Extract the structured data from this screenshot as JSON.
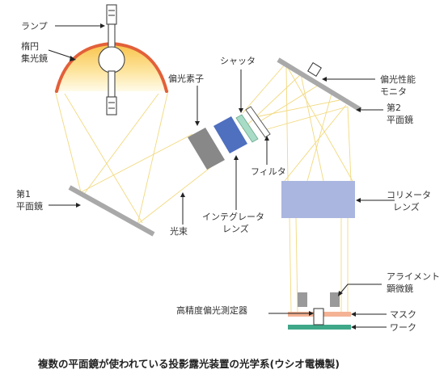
{
  "labels": {
    "lamp": "ランプ",
    "mirror_l1": "楕円",
    "mirror_l2": "集光鏡",
    "polarizer": "偏光素子",
    "shutter": "シャッタ",
    "monitor_l1": "偏光性能",
    "monitor_l2": "モニタ",
    "plane2_l1": "第2",
    "plane2_l2": "平面鏡",
    "filter": "フィルタ",
    "plane1_l1": "第1",
    "plane1_l2": "平面鏡",
    "beam": "光束",
    "integrator_l1": "インテグレータ",
    "integrator_l2": "レンズ",
    "collimator_l1": "コリメータ",
    "collimator_l2": "レンズ",
    "alignment_l1": "アライメント",
    "alignment_l2": "顕微鏡",
    "meter": "高精度偏光測定器",
    "mask": "マスク",
    "work": "ワーク"
  },
  "caption": "複数の平面鏡が使われている投影露光装置の光学系(ウシオ電機製)",
  "colors": {
    "beam": "#f2d97e",
    "reflector": "#e2603a",
    "reflector_glow": "#fbd778",
    "mirror": "#a9a9a9",
    "polarizer": "#888888",
    "integrator": "#4f6fbf",
    "shutter": "#a8dcc6",
    "collimator": "#aab6e0",
    "mask": "#f4b394",
    "work": "#3fa889"
  }
}
